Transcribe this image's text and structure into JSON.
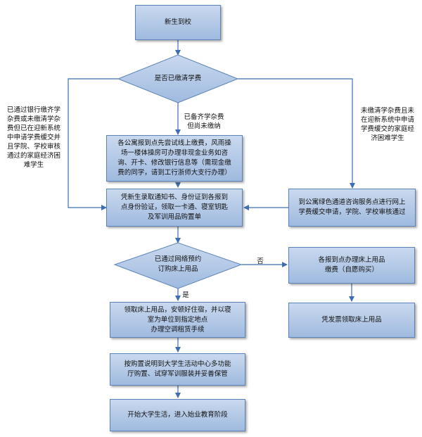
{
  "flowchart": {
    "start": "新生到校",
    "decision1": "是否已缴清学费",
    "left_branch_label": "已通过银行缴齐学\n杂费或未缴清学杂\n费但已在迎新系统\n中申请学费缓交并\n且学院、学校审核\n通过的家庭经济困\n难学生",
    "middle_branch_label": "已备齐学杂费\n但尚未缴纳",
    "right_branch_label": "未缴清学杂费且未\n在迎新系统中申请\n学费缓交的家庭经\n济困难学生",
    "step_pay": "各公寓报到点先尝试线上缴费，风雨操\n场一楼体操房可办理非现金业务如咨\n询、开卡、修改银行信息等（需现金缴\n费的同学，请到工行浙师大支行办理）",
    "step_register": "凭新生录取通知书、身份证到各报到\n点身份验证，领取一卡通、寝室钥匙\n及军训用品购置单",
    "step_green": "到公寓绿色通道咨询服务点进行网上\n学费缓交申请，学院、学校审核通过",
    "decision2": "已通过网络预约\n订购床上用品",
    "no_label": "否",
    "yes_label": "是",
    "step_buy": "各报到点办理床上用品\n缴费（自愿购买）",
    "step_invoice": "凭发票领取床上用品",
    "step_collect": "领取床上用品，安顿好住宿，并以寝\n室为单位到指定地点\n办理空调租赁手续",
    "step_military": "按购置说明到大学生活动中心多功能\n厅购置、试穿军训服装并妥善保管",
    "step_end": "开始大学生活，进入始业教育阶段"
  },
  "colors": {
    "box_fill_top": "#c9d9ee",
    "box_fill_bottom": "#9fbadf",
    "box_border": "#5b83b8",
    "line": "#3d6fb0"
  }
}
